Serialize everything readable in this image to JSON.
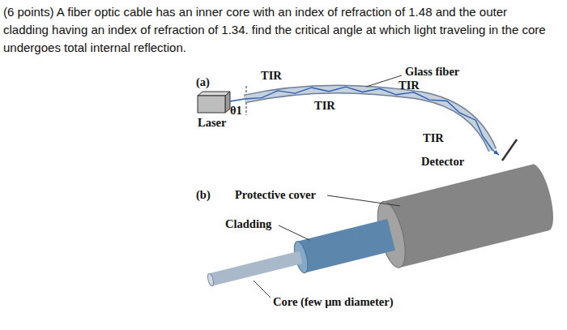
{
  "diagram": {
    "title": "(6 points) A fiber optic cable has an inner core with an index of refraction of 1.48 and the outer cladding having an index of refraction of 1.34. find the critical angle at which light traveling in the core undergoes total internal reflection.",
    "labels": [
      "(a)",
      "TIR",
      "Glass fiber",
      "θ1",
      "TIR",
      "TIR",
      "Laser",
      "TIR",
      "Detector",
      "(b)",
      "Protective cover",
      "Cladding",
      "Core (few μm diameter)"
    ]
  }
}
